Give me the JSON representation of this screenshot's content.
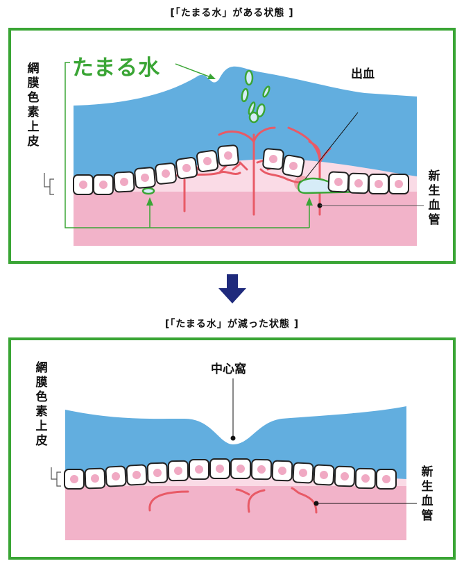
{
  "top_caption": "[「たまる水」がある状態 ]",
  "bottom_caption": "[「たまる水」が減った状態 ]",
  "panel1": {
    "rpe_label": "網膜色素上皮",
    "fluid_label": "たまる水",
    "hemorrhage_label": "出血",
    "neovessel_label": "新生血管"
  },
  "panel2": {
    "rpe_label": "網膜色素上皮",
    "fovea_label": "中心窩",
    "neovessel_label": "新生血管"
  },
  "colors": {
    "frame_green": "#3aa535",
    "retina_blue": "#62aedf",
    "choroid_pink": "#f2b3c9",
    "layer_light_pink": "#fadbe6",
    "vessel_red": "#e85a66",
    "nucleus_pink": "#f0a9c3",
    "arrow_navy": "#1f2a7c"
  }
}
